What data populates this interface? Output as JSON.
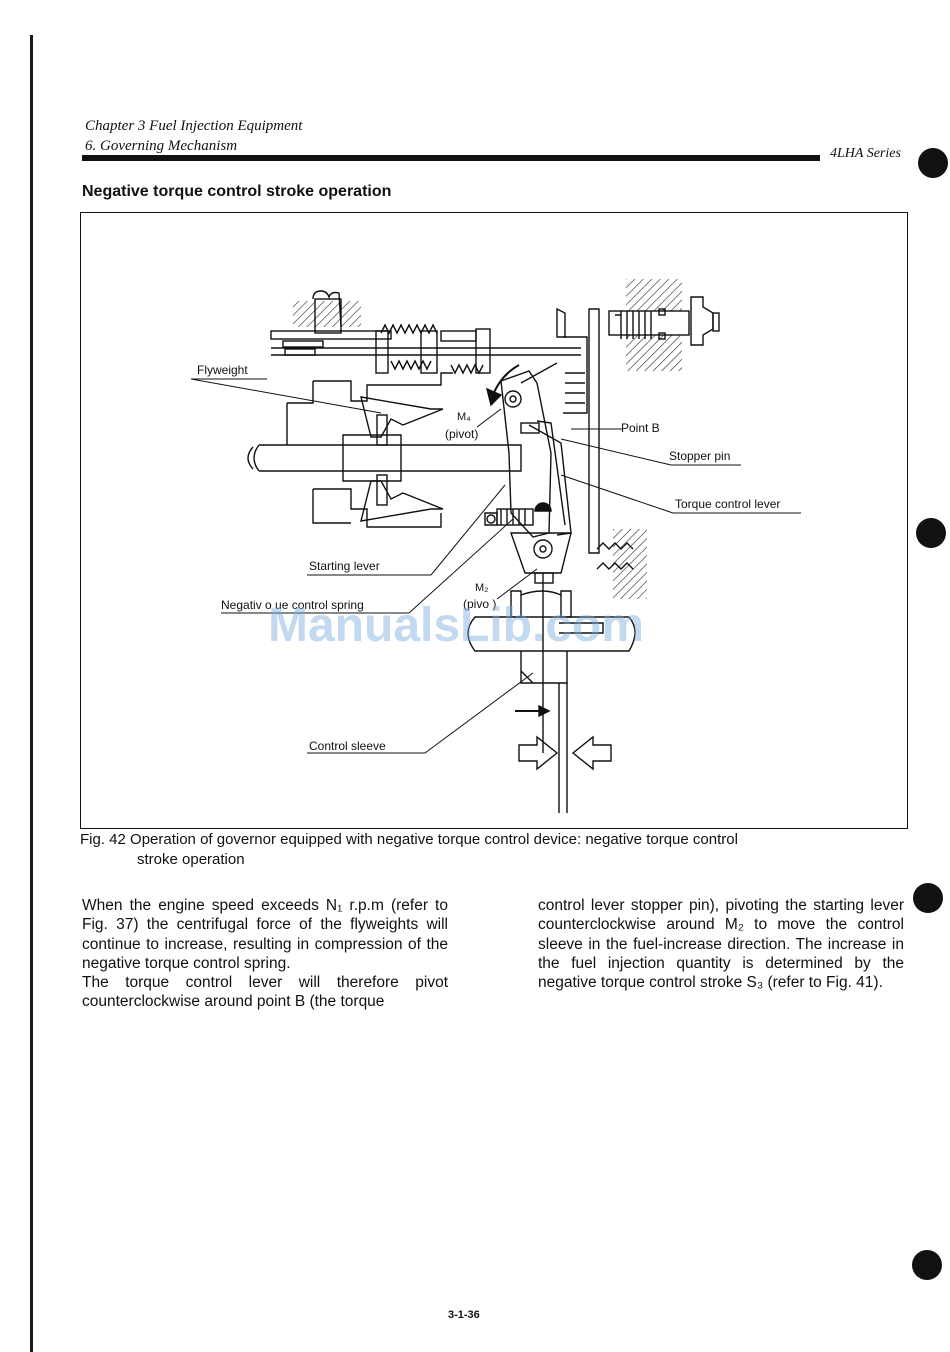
{
  "header": {
    "chapter": "Chapter 3 Fuel Injection Equipment",
    "section": "6. Governing Mechanism",
    "series": "4LHA Series"
  },
  "heading": "Negative torque control stroke operation",
  "figure": {
    "labels": {
      "flyweight": "Flyweight",
      "m4": "M₄",
      "m4_pivot": "(pivot)",
      "point_b": "Point B",
      "stopper_pin": "Stopper pin",
      "torque_control_lever": "Torque control lever",
      "starting_lever": "Starting lever",
      "spring": "Negativ  o  ue control spring",
      "m2": "M₂",
      "m2_pivot": "(pivo )",
      "control_sleeve": "Control sleeve"
    },
    "caption_line1": "Fig. 42  Operation of governor equipped with negative torque control device: negative torque control",
    "caption_line2": "stroke operation"
  },
  "watermark": "ManualsLib.com",
  "body": {
    "left_p1": "When the engine speed exceeds N₁ r.p.m (refer to Fig. 37) the centrifugal force of the flyweights will continue to increase, resulting in compression of the negative torque control spring.",
    "left_p2": "The torque control lever will therefore pivot counterclockwise around point B (the torque",
    "right_p1": "control lever stopper pin), pivoting the starting lever counterclockwise around M₂ to move the control sleeve in the fuel-increase direction. The increase in the fuel injection quantity is determined by the negative torque control stroke S₃ (refer to Fig. 41)."
  },
  "page_number": "3-1-36"
}
